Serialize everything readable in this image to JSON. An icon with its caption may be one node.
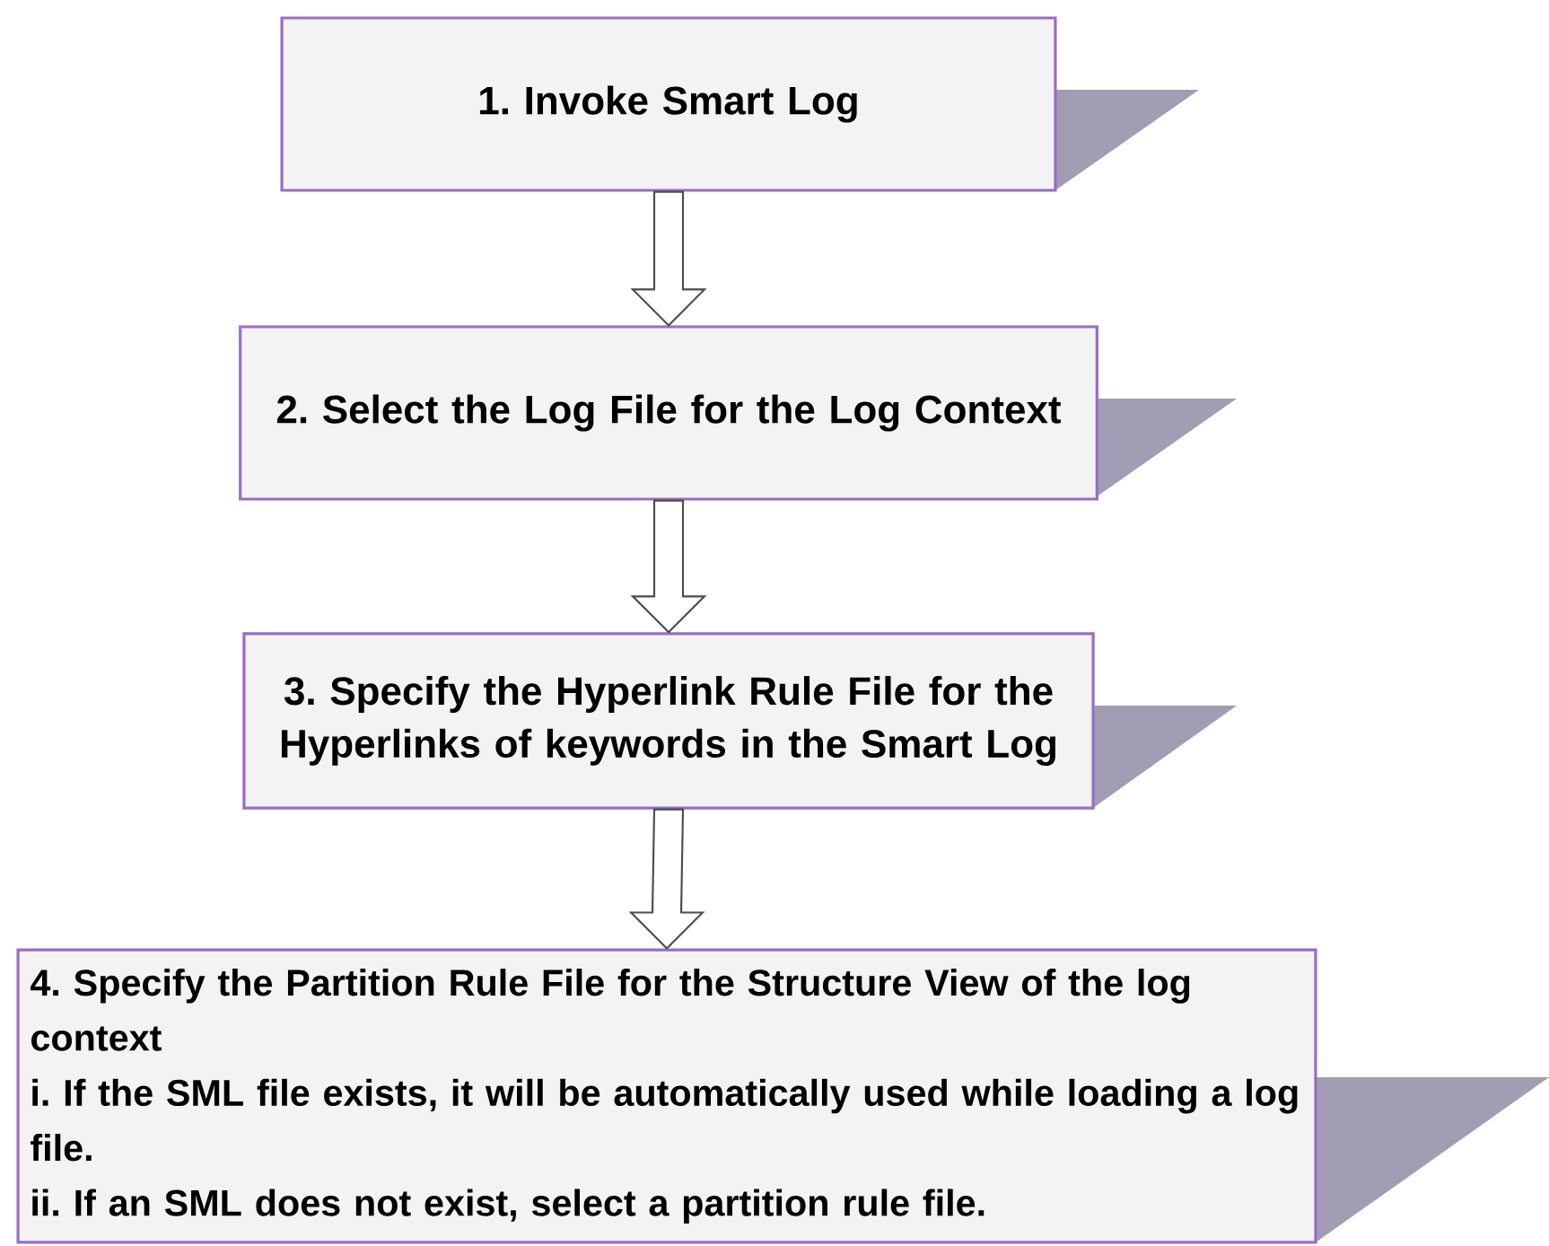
{
  "diagram": {
    "nodes": [
      {
        "text": [
          "1. Invoke Smart Log"
        ]
      },
      {
        "text": [
          "2. Select the Log File for the Log Context"
        ]
      },
      {
        "text": [
          "3. Specify the Hyperlink Rule File for the Hyperlinks of keywords in the Smart Log"
        ]
      },
      {
        "text": [
          "4. Specify the Partition Rule File for the Structure View of the log context",
          "i. If the SML file exists, it will be automatically used while loading a log file.",
          "ii. If an SML does not exist, select a partition rule file."
        ]
      }
    ],
    "edges": [
      {
        "from": 0,
        "to": 1,
        "arrow": "to"
      },
      {
        "from": 1,
        "to": 2,
        "arrow": "to"
      },
      {
        "from": 2,
        "to": 3,
        "arrow": "to"
      }
    ]
  }
}
